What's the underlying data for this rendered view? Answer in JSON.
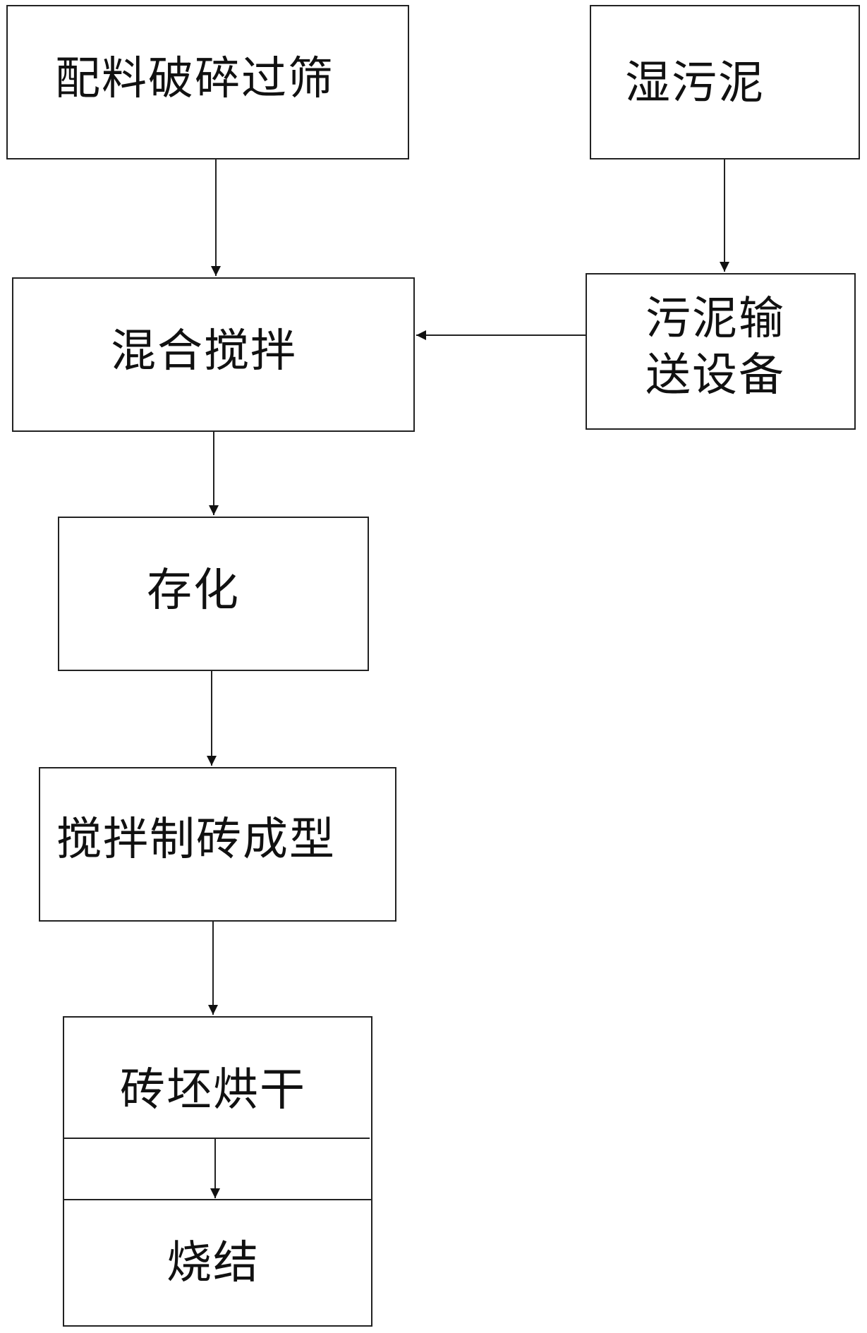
{
  "nodes": {
    "batching": "配料破碎过筛",
    "wet_sludge": "湿污泥",
    "mixing": "混合搅拌",
    "sludge_conveyor": "污泥输\n送设备",
    "aging": "存化",
    "forming": "搅拌制砖成型",
    "drying": "砖坯烘干",
    "sintering": "烧结"
  }
}
